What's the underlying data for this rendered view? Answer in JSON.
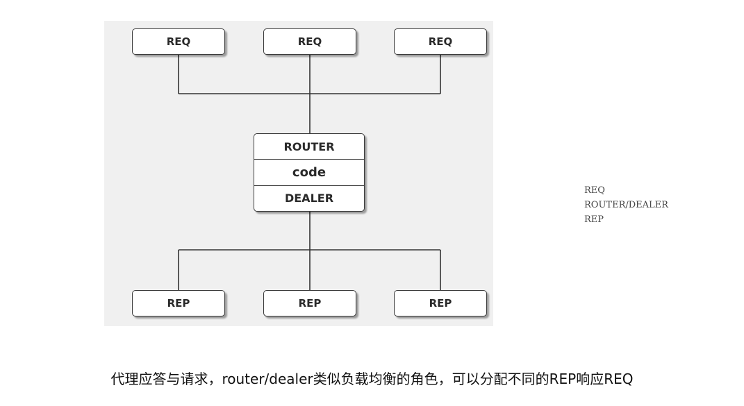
{
  "diagram": {
    "clients": [
      "REQ",
      "REQ",
      "REQ"
    ],
    "proxy": {
      "frontend": "ROUTER",
      "middle": "code",
      "backend": "DEALER"
    },
    "workers": [
      "REP",
      "REP",
      "REP"
    ]
  },
  "side_note": {
    "lines": [
      "REQ",
      "ROUTER/DEALER",
      "REP"
    ]
  },
  "caption": "代理应答与请求，router/dealer类似负载均衡的角色，可以分配不同的REP响应REQ"
}
